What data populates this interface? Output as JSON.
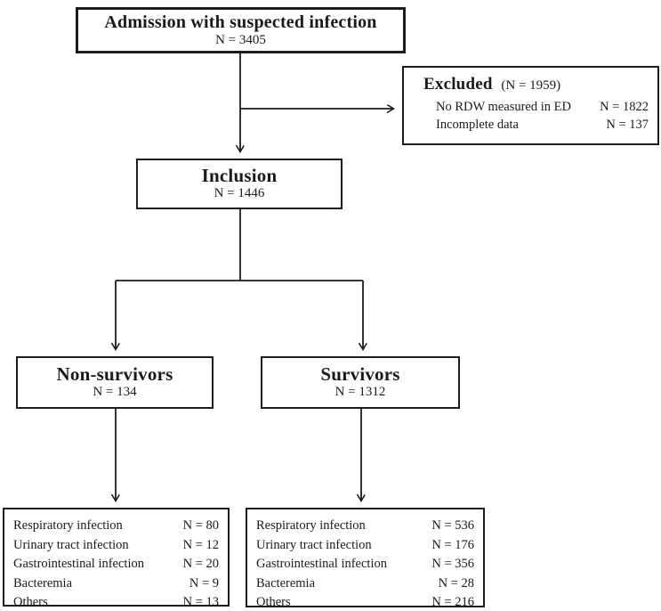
{
  "diagram": {
    "admission": {
      "title": "Admission with suspected infection",
      "n": "N = 3405"
    },
    "excluded": {
      "title": "Excluded",
      "n": "(N = 1959)",
      "rows": [
        {
          "label": "No RDW measured in ED",
          "value": "N = 1822"
        },
        {
          "label": "Incomplete data",
          "value": "N = 137"
        }
      ]
    },
    "inclusion": {
      "title": "Inclusion",
      "n": "N = 1446"
    },
    "non_survivors": {
      "title": "Non-survivors",
      "n": "N = 134"
    },
    "survivors": {
      "title": "Survivors",
      "n": "N = 1312"
    },
    "non_survivor_outcomes": {
      "rows": [
        {
          "label": "Respiratory infection",
          "value": "N = 80"
        },
        {
          "label": "Urinary tract infection",
          "value": "N = 12"
        },
        {
          "label": "Gastrointestinal infection",
          "value": "N = 20"
        },
        {
          "label": "Bacteremia",
          "value": "N = 9"
        },
        {
          "label": "Others",
          "value": "N = 13"
        }
      ]
    },
    "survivor_outcomes": {
      "rows": [
        {
          "label": "Respiratory infection",
          "value": "N = 536"
        },
        {
          "label": "Urinary tract infection",
          "value": "N = 176"
        },
        {
          "label": "Gastrointestinal infection",
          "value": "N = 356"
        },
        {
          "label": "Bacteremia",
          "value": "N = 28"
        },
        {
          "label": "Others",
          "value": "N = 216"
        }
      ]
    },
    "colors": {
      "line": "#1c1c1c",
      "background": "#ffffff"
    }
  }
}
